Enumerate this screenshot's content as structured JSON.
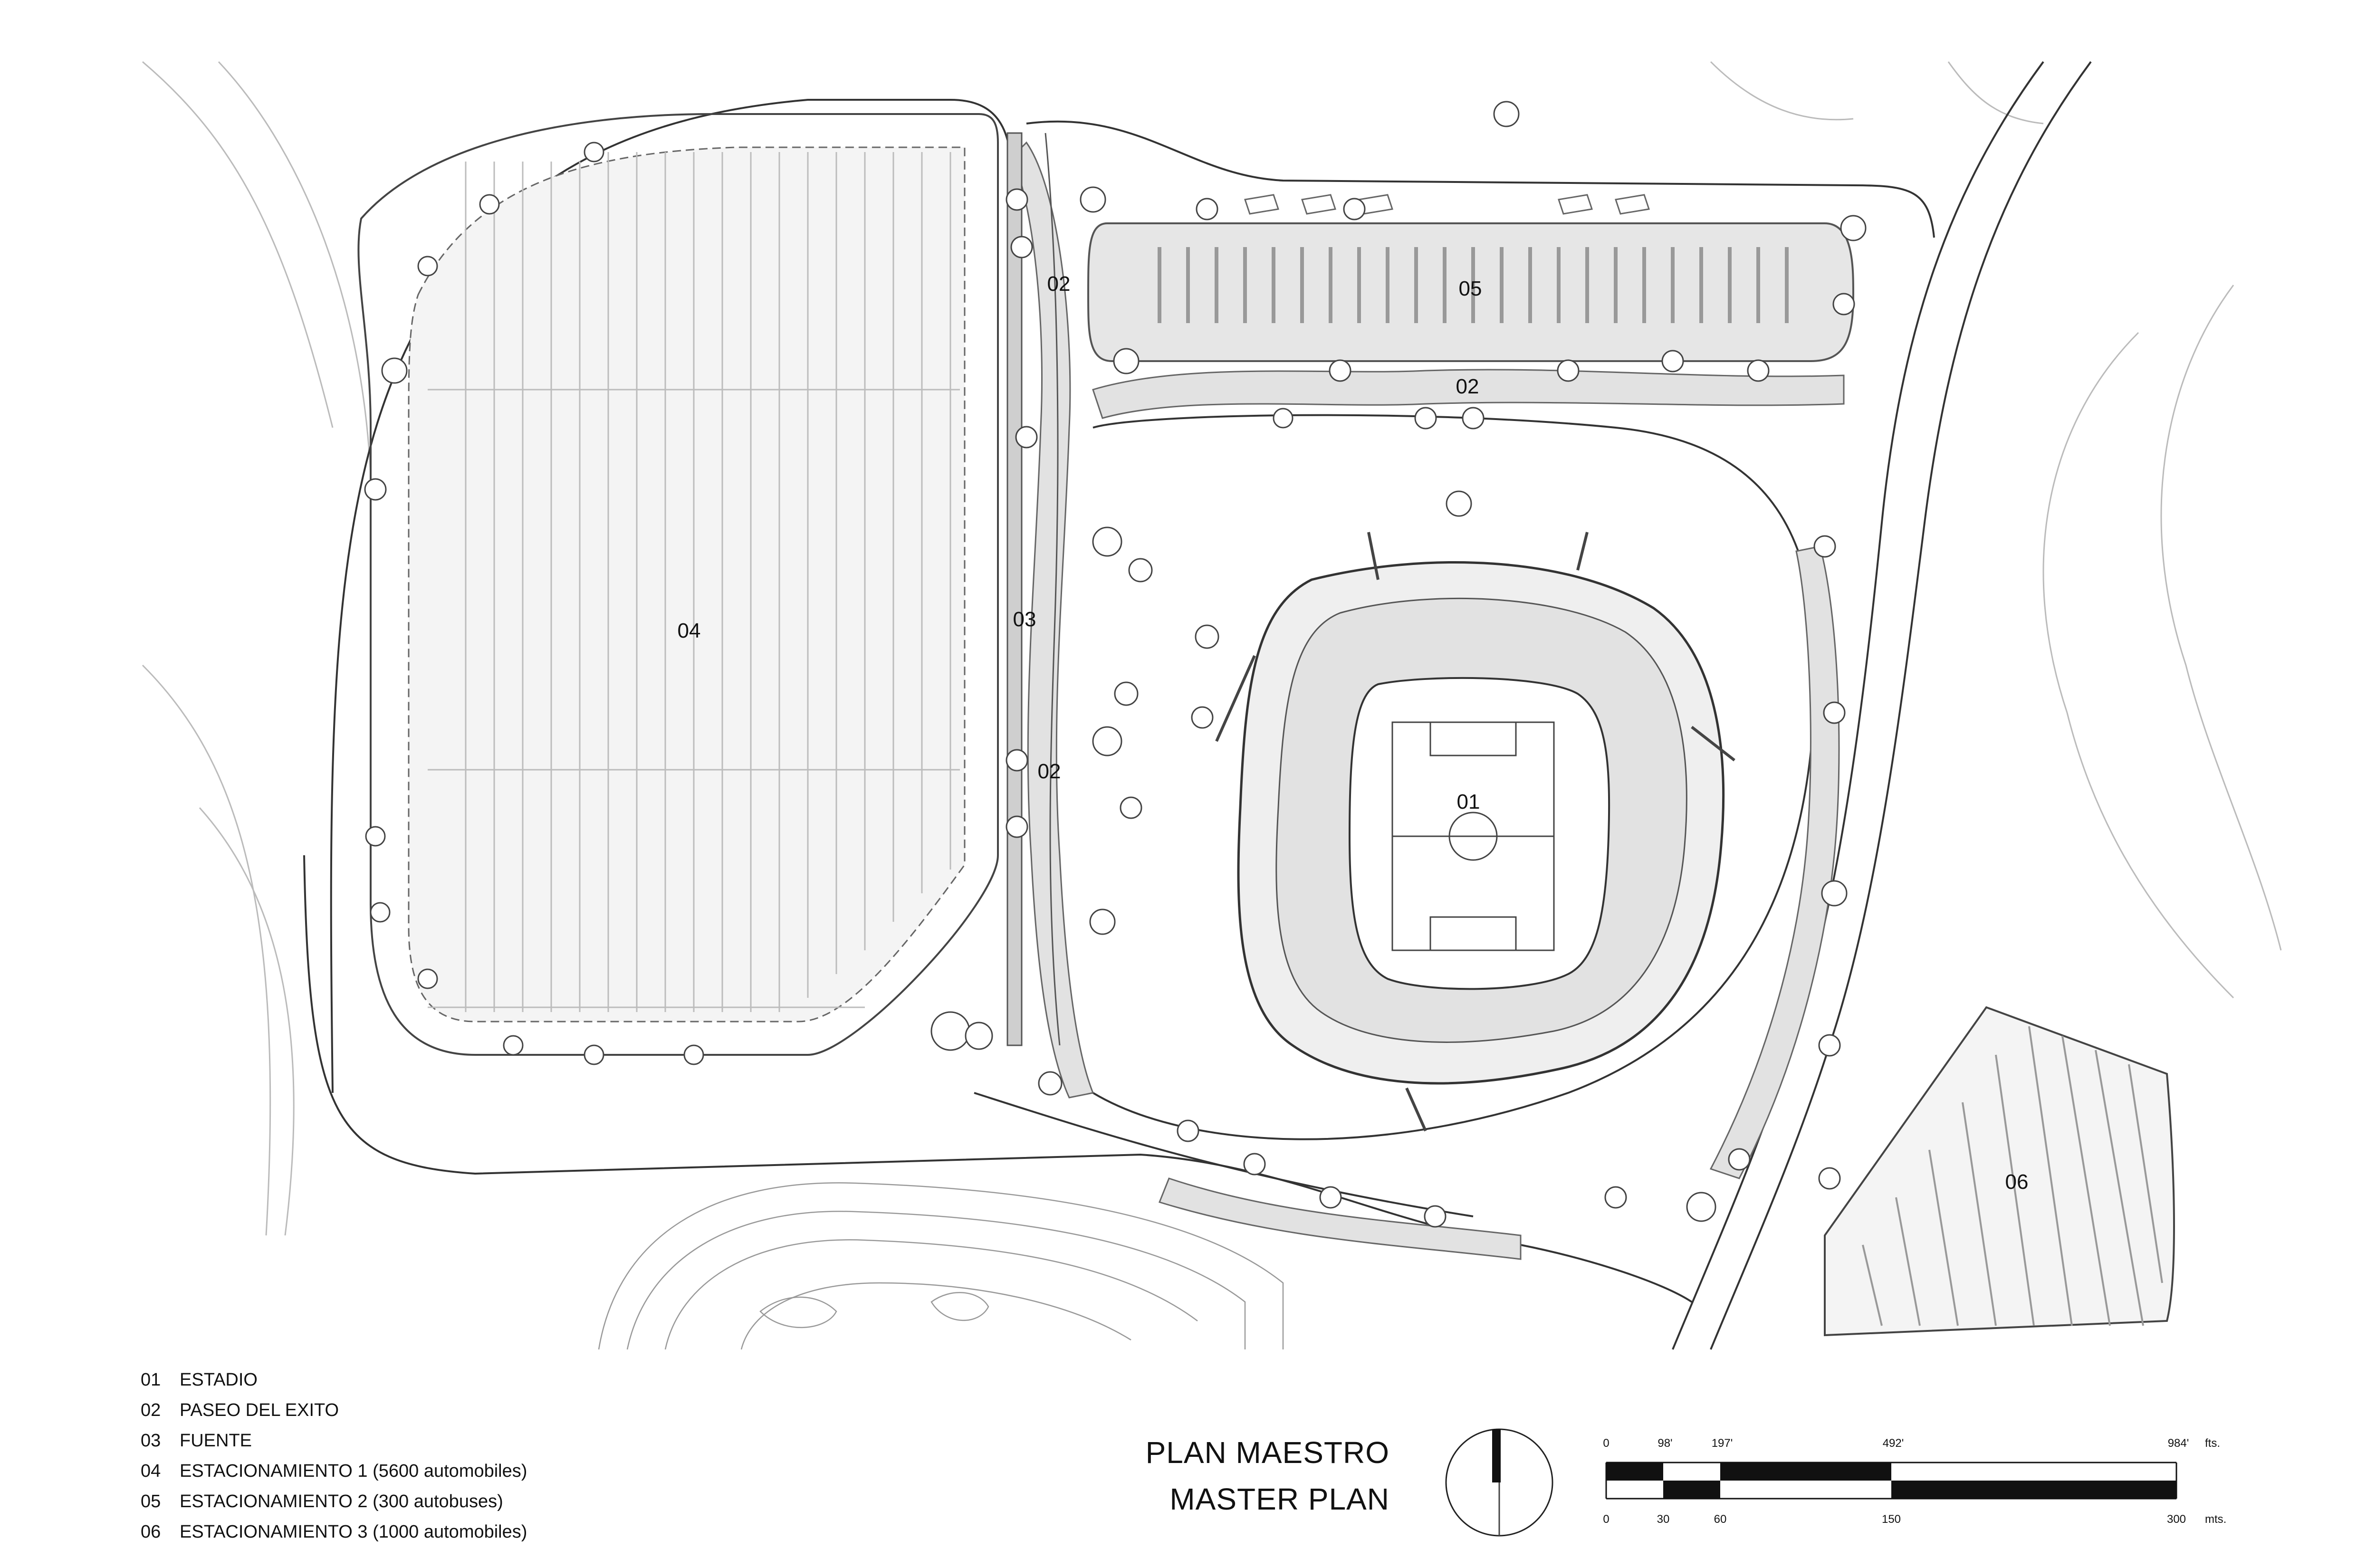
{
  "areas": [
    {
      "code": "01"
    },
    {
      "code": "02"
    },
    {
      "code": "03"
    },
    {
      "code": "04"
    },
    {
      "code": "05"
    },
    {
      "code": "06"
    }
  ],
  "legend": [
    {
      "code": "01",
      "text": "ESTADIO"
    },
    {
      "code": "02",
      "text": "PASEO DEL EXITO"
    },
    {
      "code": "03",
      "text": "FUENTE"
    },
    {
      "code": "04",
      "text": "ESTACIONAMIENTO 1 (5600 automobiles)"
    },
    {
      "code": "05",
      "text": "ESTACIONAMIENTO 2 (300 autobuses)"
    },
    {
      "code": "06",
      "text": "ESTACIONAMIENTO 3 (1000 automobiles)"
    }
  ],
  "title": {
    "es": "PLAN MAESTRO",
    "en": "MASTER PLAN"
  },
  "scale_bar": {
    "feet": {
      "unit": "fts.",
      "ticks": [
        "0",
        "98'",
        "197'",
        "492'",
        "984'"
      ]
    },
    "meters": {
      "unit": "mts.",
      "ticks": [
        "0",
        "30",
        "60",
        "150",
        "300"
      ]
    }
  },
  "colors": {
    "line": "#555555",
    "fill_grey": "#d9d9d9",
    "ink": "#111111"
  }
}
